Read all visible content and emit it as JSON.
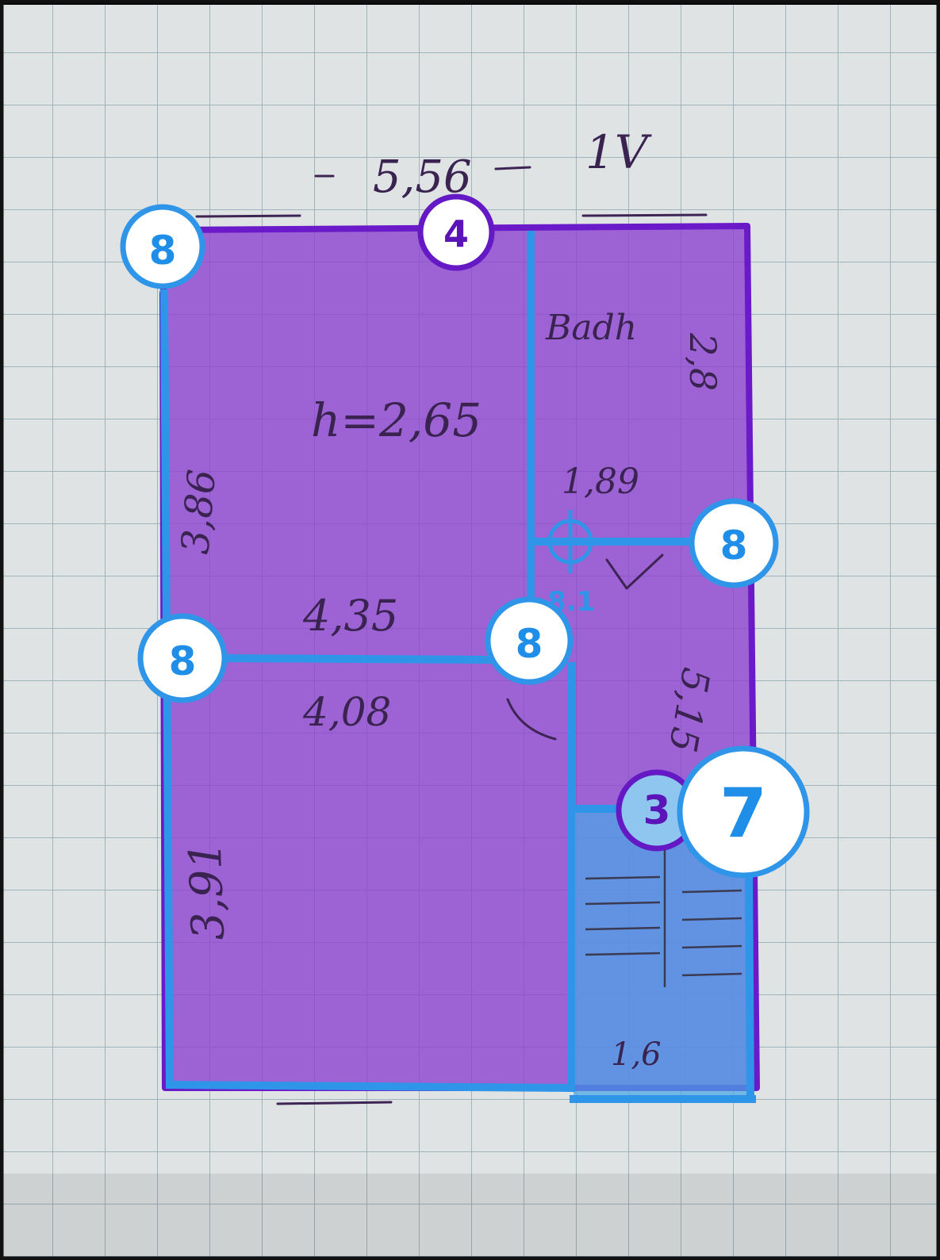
{
  "sketch": {
    "title_notes": [
      "5,56",
      "1V"
    ],
    "room_height": "h=2,65",
    "bathroom_label": "Badh",
    "dimensions": {
      "top_right": "2,8",
      "left_upper": "3,86",
      "mid_upper": "4,35",
      "bath_width": "1,89",
      "mid_lower": "4,08",
      "right_lower": "5,15",
      "left_lower": "3,91",
      "stair_width": "1,6"
    }
  },
  "overlay": {
    "colors": {
      "room_fill": "#8b3fd0",
      "outline": "#6a1ac8",
      "segment": "#2f95e8",
      "stair_fill": "#4aa6e8"
    },
    "handles": {
      "top_left": "8",
      "top_mid": "4",
      "mid_right": "8",
      "junction": "8",
      "left_mid": "8",
      "stair_hidden": "3",
      "stair_corner": "7"
    },
    "crosshair_label": "8.1"
  }
}
